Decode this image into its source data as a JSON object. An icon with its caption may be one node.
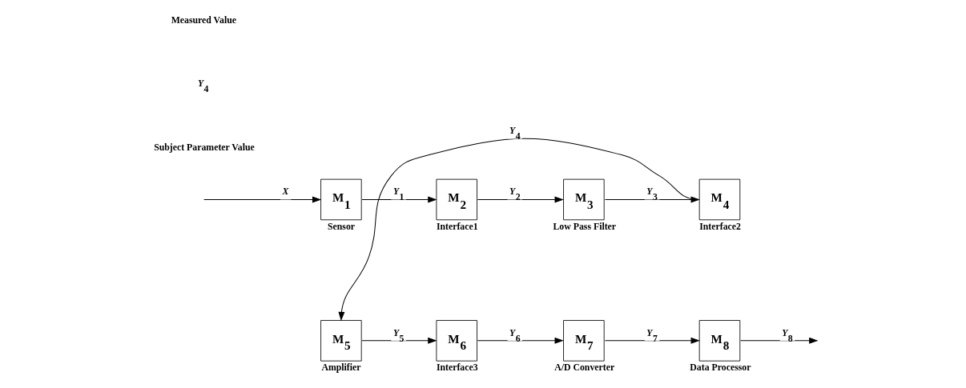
{
  "diagram": {
    "nodes": [
      {
        "text": [
          "M$_{1}$"
        ],
        "beside": [
          "Sensor"
        ]
      },
      {
        "text": [
          "M$_{2}$"
        ],
        "beside": [
          "Interface1"
        ]
      },
      {
        "text": [
          "M$_{3}$"
        ],
        "beside": [
          "Low Pass Filter"
        ]
      },
      {
        "text": [
          "M$_{4}$"
        ],
        "beside": [
          "Interface2"
        ]
      },
      {
        "text": [
          "M$_{5}$"
        ],
        "beside": [
          "Amplifier"
        ]
      },
      {
        "text": [
          "M$_{6}$"
        ],
        "beside": [
          "Interface3"
        ]
      },
      {
        "text": [
          "M$_{7}$"
        ],
        "beside": [
          "A/D Converter"
        ]
      },
      {
        "text": [
          "M$_{8}$"
        ],
        "beside": [
          "Data Processor"
        ]
      }
    ],
    "edges": [
      {
        "from": null,
        "to": 0,
        "arrow": "to",
        "label": "*X*"
      },
      {
        "from": 0,
        "to": 1,
        "arrow": "to",
        "label": "*Y*$_{1}$"
      },
      {
        "from": 1,
        "to": 2,
        "arrow": "to",
        "label": "*Y*$_{2}$"
      },
      {
        "from": 2,
        "to": 3,
        "arrow": "to",
        "label": "*Y*$_{3}$"
      },
      {
        "from": 3,
        "to": 4,
        "arrow": "to",
        "label": "*Y*$_{4}$"
      },
      {
        "from": 4,
        "to": 5,
        "arrow": "to",
        "label": "*Y*$_{5}$"
      },
      {
        "from": 5,
        "to": 6,
        "arrow": "to",
        "label": "*Y*$_{6}$"
      },
      {
        "from": 6,
        "to": 7,
        "arrow": "to",
        "label": "*Y*$_{7}$"
      },
      {
        "from": 7,
        "to": null,
        "arrow": "to",
        "label": "*Y*$_{8}$"
      }
    ],
    "labels": [
      "Subject Parameter Value",
      "*Y*$_{4}$",
      "Measured Value"
    ]
  }
}
